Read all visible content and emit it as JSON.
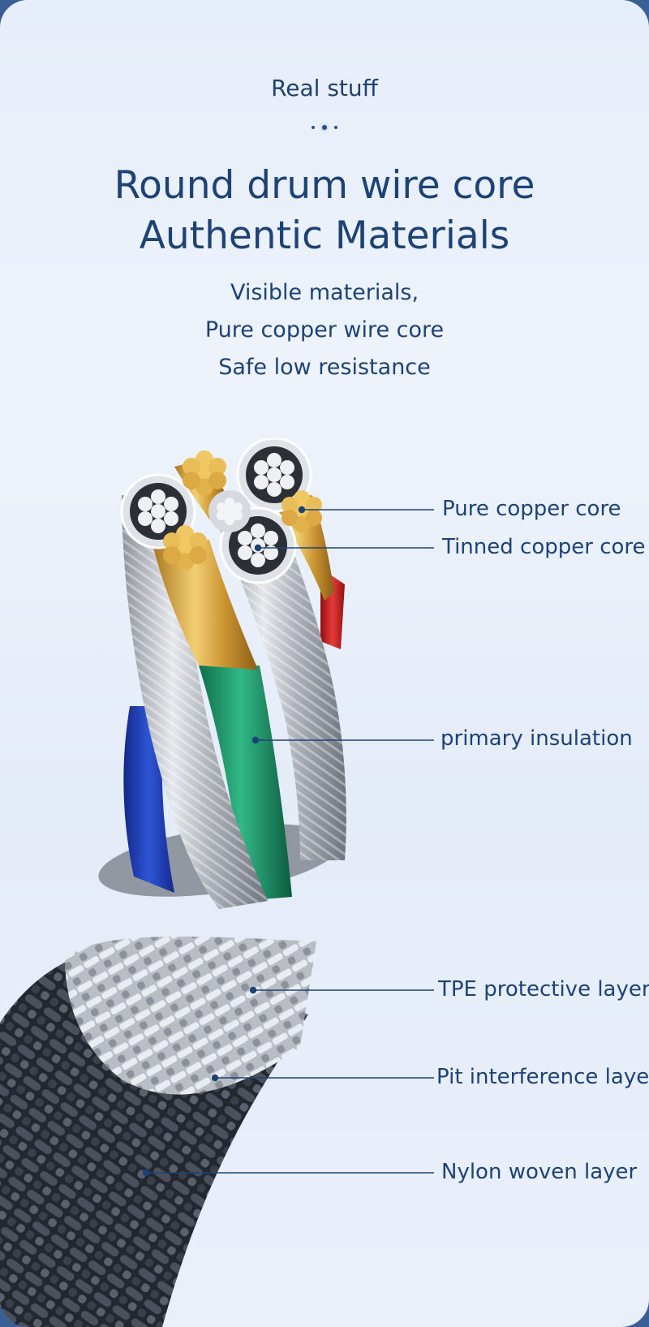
{
  "header": {
    "subtitle": "Real stuff",
    "title_line1": "Round drum wire core",
    "title_line2": "Authentic Materials",
    "desc_line1": "Visible materials,",
    "desc_line2": "Pure copper wire core",
    "desc_line3": "Safe low resistance"
  },
  "callouts": [
    {
      "label": "Pure copper core"
    },
    {
      "label": "Tinned copper core"
    },
    {
      "label": "primary insulation"
    },
    {
      "label": "TPE protective layer"
    },
    {
      "label": "Pit interference layer"
    },
    {
      "label": "Nylon woven layer"
    }
  ],
  "colors": {
    "text": "#1d4376",
    "copper": "#e0b24a",
    "tinned": "#c9ccd1",
    "insulation_green": "#1f9a6a",
    "insulation_blue": "#1f3fb8",
    "insulation_red": "#d42424",
    "braid": "#2a2f3a"
  }
}
